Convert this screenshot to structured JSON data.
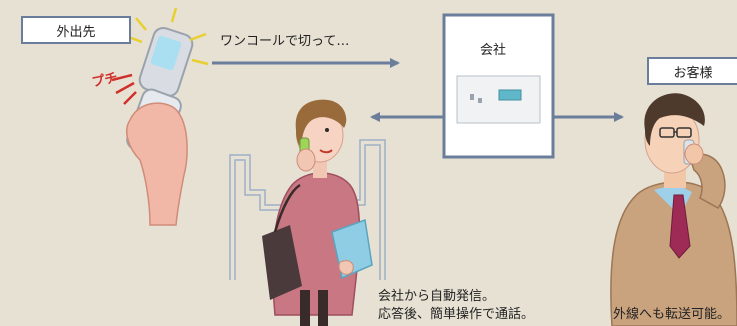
{
  "labels": {
    "outside": "外出先",
    "customer": "お客様",
    "company": "会社"
  },
  "text": {
    "one_ring": "ワンコールで切って…",
    "puchi": "プチ",
    "auto_call_line1": "会社から自動発信。",
    "auto_call_line2": "応答後、簡単操作で通話。",
    "transfer": "外線へも転送可能。"
  },
  "colors": {
    "background": "#e7e1d4",
    "frame": "#6a7d9a",
    "arrow": "#6a7d9a",
    "accent_red": "#d0302a"
  }
}
